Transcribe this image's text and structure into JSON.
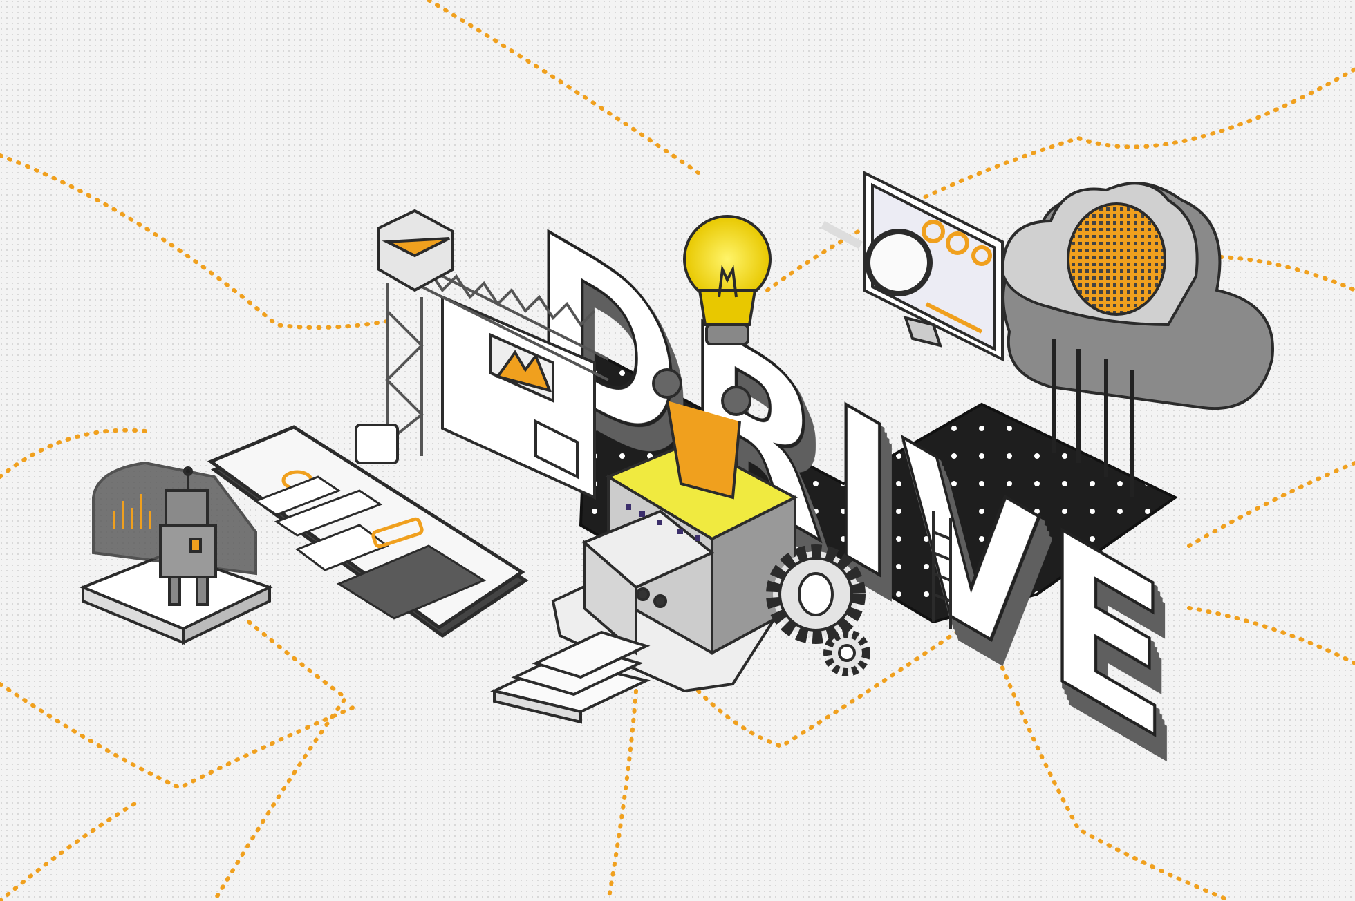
{
  "illustration": {
    "headline_letters": [
      "D",
      "R",
      "I",
      "V",
      "E"
    ],
    "headline_word": "DRIVE"
  },
  "colors": {
    "background": "#f3f3f3",
    "accent_orange": "#f0a01e",
    "bulb_yellow": "#f2e030",
    "outline": "#2b2b2b",
    "mid_gray": "#6b6b6b",
    "light_gray": "#d9d9d9",
    "platform_black": "#1e1e1e"
  }
}
